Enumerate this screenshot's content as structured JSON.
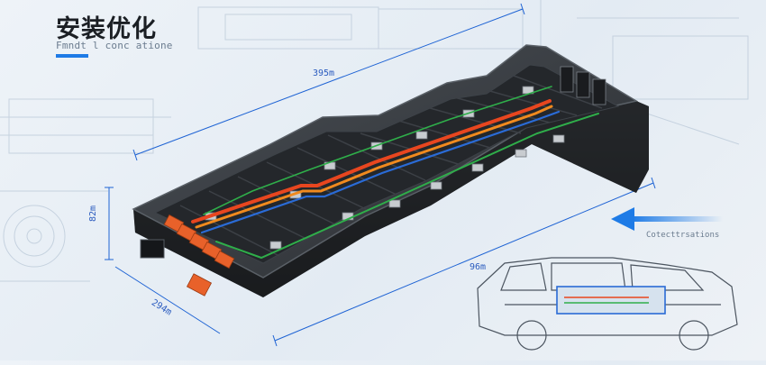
{
  "header": {
    "title": "安装优化",
    "subtitle": "Fmndt l conc atione"
  },
  "dimensions": {
    "length_top": "395m",
    "length_bottom": "96m",
    "height": "82m",
    "width": "294m"
  },
  "flow_arrow": {
    "caption": "Cotecttrsations",
    "color": "#1e7be6"
  },
  "colors": {
    "pack_body": "#2f3337",
    "wire_red": "#e8461f",
    "wire_orange": "#f08a1e",
    "wire_green": "#2fae4a",
    "wire_blue": "#2a6bd6",
    "connector": "#e8612a",
    "dimension_line": "#1e63d4"
  }
}
